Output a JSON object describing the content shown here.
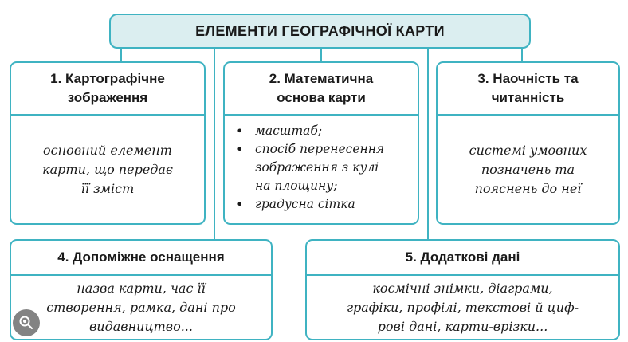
{
  "title": "ЕЛЕМЕНТИ ГЕОГРАФІЧНОЇ КАРТИ",
  "cards": [
    {
      "heading_lines": [
        "1. Картографічне",
        "зображення"
      ],
      "body_lines": [
        "основний елемент",
        "карти, що передає",
        "її зміст"
      ]
    },
    {
      "heading_lines": [
        "2. Математична",
        "основа карти"
      ],
      "bullets": [
        [
          "масштаб;"
        ],
        [
          "спосіб перенесення",
          "зображення з кулі",
          "на площину;"
        ],
        [
          "градусна сітка"
        ]
      ]
    },
    {
      "heading_lines": [
        "3. Наочність та",
        "читанність"
      ],
      "body_lines": [
        "системі умовних",
        "позначень та",
        "пояснень до неї"
      ]
    },
    {
      "heading_lines": [
        "4. Допоміжне оснащення"
      ],
      "body_lines": [
        "назва карти, час її",
        "створення, рамка, дані про",
        "видавництво..."
      ]
    },
    {
      "heading_lines": [
        "5. Додаткові дані"
      ],
      "body_lines": [
        "космічні знімки, діаграми,",
        "графіки, профілі, текстові й циф-",
        "рові дані, карти-врізки..."
      ]
    }
  ],
  "colors": {
    "border": "#3fb3c2",
    "title_fill": "#dbeef0",
    "text": "#1a1a1a"
  },
  "icons": {
    "overlay": "lens-search-icon"
  }
}
